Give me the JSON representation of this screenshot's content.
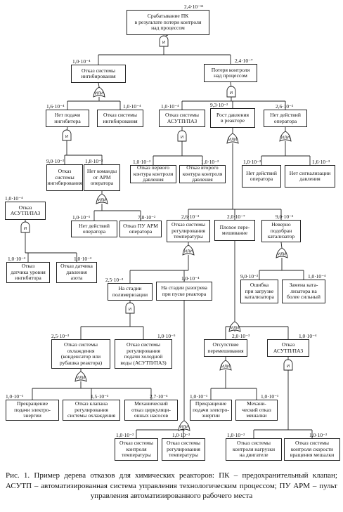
{
  "nodes": {
    "top": {
      "text": "Срабатывание ПК\nв результате потери контроля\nнад процессом",
      "prob": "2,4·10⁻¹¹"
    },
    "inhib_fail": {
      "text": "Отказ системы\nингибирования",
      "prob": "1,0·10⁻⁴"
    },
    "loss_ctrl": {
      "text": "Потеря контроля\nнад процессом",
      "prob": "2,4·10⁻⁷"
    },
    "no_inhib": {
      "text": "Нет подачи\nингибитора",
      "prob": "1,6·10⁻⁴"
    },
    "inhib_sys2": {
      "text": "Отказ системы\nингибирования",
      "prob": "1,0·10⁻⁴"
    },
    "asutp_paz1": {
      "text": "Отказ системы\nАСУТП/ПАЗ",
      "prob": "1,0·10⁻⁴"
    },
    "pressure_rise": {
      "text": "Рост давления\nв реакторе",
      "prob": "9,3·10⁻²"
    },
    "no_operator": {
      "text": "Нет действий\nоператора",
      "prob": "2,6·10⁻²"
    },
    "inhib_sys3": {
      "text": "Отказ\nсистемы\nингибирования",
      "prob": "9,0·10⁻²"
    },
    "no_arm_cmd": {
      "text": "Нет команды\nот АРМ\nоператора",
      "prob": "1,8·10⁻³"
    },
    "press_ctrl1": {
      "text": "Отказ первого\nконтура контроля\nдавления",
      "prob": "1,0·10⁻²"
    },
    "press_ctrl2": {
      "text": "Отказ второго\nконтура контроля\nдавления",
      "prob": "1,0·10⁻²"
    },
    "no_op_action": {
      "text": "Нет действий\nоператора",
      "prob": "1,0·10⁻²"
    },
    "no_press_alarm": {
      "text": "Нет сигнализации\nдавления",
      "prob": "1,6·10⁻³"
    },
    "asutp_paz2": {
      "text": "Отказ\nАСУТП/ПАЗ",
      "prob": "1,0·10⁻⁴"
    },
    "no_op_action2": {
      "text": "Нет действий\nоператора",
      "prob": "1,0·10⁻¹"
    },
    "pu_arm": {
      "text": "Отказ ПУ АРМ\nоператора",
      "prob": "7,8·10⁻²"
    },
    "temp_reg": {
      "text": "Отказ системы\nрегулирования\nтемпературы",
      "prob": "2,6·10⁻³"
    },
    "poor_mix": {
      "text": "Плохое пере-\nмешивание",
      "prob": "2,0·10⁻⁷"
    },
    "wrong_cat": {
      "text": "Неверно\nподобран\nкатализатор",
      "prob": "9,0·10⁻²"
    },
    "sens_inhib": {
      "text": "Отказ\nдатчика уровня\nингибитора",
      "prob": "1,0·10⁻²"
    },
    "sens_n2": {
      "text": "Отказ датчика\nдавления\nазота",
      "prob": "1,0·10⁻²"
    },
    "polymer_stage": {
      "text": "На стадии\nполимеризации",
      "prob": "2,5·10⁻³"
    },
    "heatup_stage": {
      "text": "На стадии разогрева\nпри пуске реактора",
      "prob": "1,0·10⁻⁴"
    },
    "cat_load_err": {
      "text": "Ошибка\nпри загрузке\nкатализатора",
      "prob": "9,0·10⁻²"
    },
    "cat_replace": {
      "text": "Замена ката-\nлизатора на\nболее сильный",
      "prob": "1,0·10⁻⁴"
    },
    "cooling_fail": {
      "text": "Отказ системы\nохлаждения\n(конденсатор или\nрубашка реактора)",
      "prob": "2,5·10⁻³"
    },
    "cold_water": {
      "text": "Отказ системы\nрегулирования\nподачи холодной\nводы (АСУТП/ПАЗ)",
      "prob": "1,0·10⁻⁵"
    },
    "no_mixing": {
      "text": "Отсутствие\nперемешивания",
      "prob": "2,0·10⁻³"
    },
    "asutp_paz3": {
      "text": "Отказ\nАСУТП/ПАЗ",
      "prob": "1,0·10⁻⁴"
    },
    "power_loss1": {
      "text": "Прекращение\nподачи электро-\nэнергии",
      "prob": "1,0·10⁻¹"
    },
    "cool_valve": {
      "text": "Отказ клапана\nрегулирования\nсистемы охлаждения",
      "prob": "1,5·10⁻³"
    },
    "pump_fail": {
      "text": "Механический\nотказ циркуляци-\nонных насосов",
      "prob": "2,7·10⁻⁴"
    },
    "power_loss2": {
      "text": "Прекращение\nподачи электро-\nэнергии",
      "prob": "1,0·10⁻¹"
    },
    "mixer_fail": {
      "text": "Механи-\nческий отказ\nмешалки",
      "prob": "1,0·10⁻¹"
    },
    "temp_ctrl": {
      "text": "Отказ системы\nконтроля\nтемпературы",
      "prob": "1,0·10⁻²"
    },
    "temp_reg2": {
      "text": "Отказ системы\nрегулирования\nтемпературы",
      "prob": "1,0·10⁻²"
    },
    "motor_load": {
      "text": "Отказ системы\nконтроля нагрузки\nна двигателе",
      "prob": "1,0·10⁻²"
    },
    "mixer_speed": {
      "text": "Отказ системы\nконтроля скорости\nвращения мешалки",
      "prob": "1,0·10⁻²"
    }
  },
  "gates": {
    "and_label": "И",
    "or_label": "ИЛИ"
  },
  "caption": "Рис. 1. Пример дерева отказов для химических реакторов: ПК – предохранительный клапан; АСУТП – автоматизированная система управления технологическим процессом; ПУ АРМ – пульт управления автоматизированного рабочего места"
}
